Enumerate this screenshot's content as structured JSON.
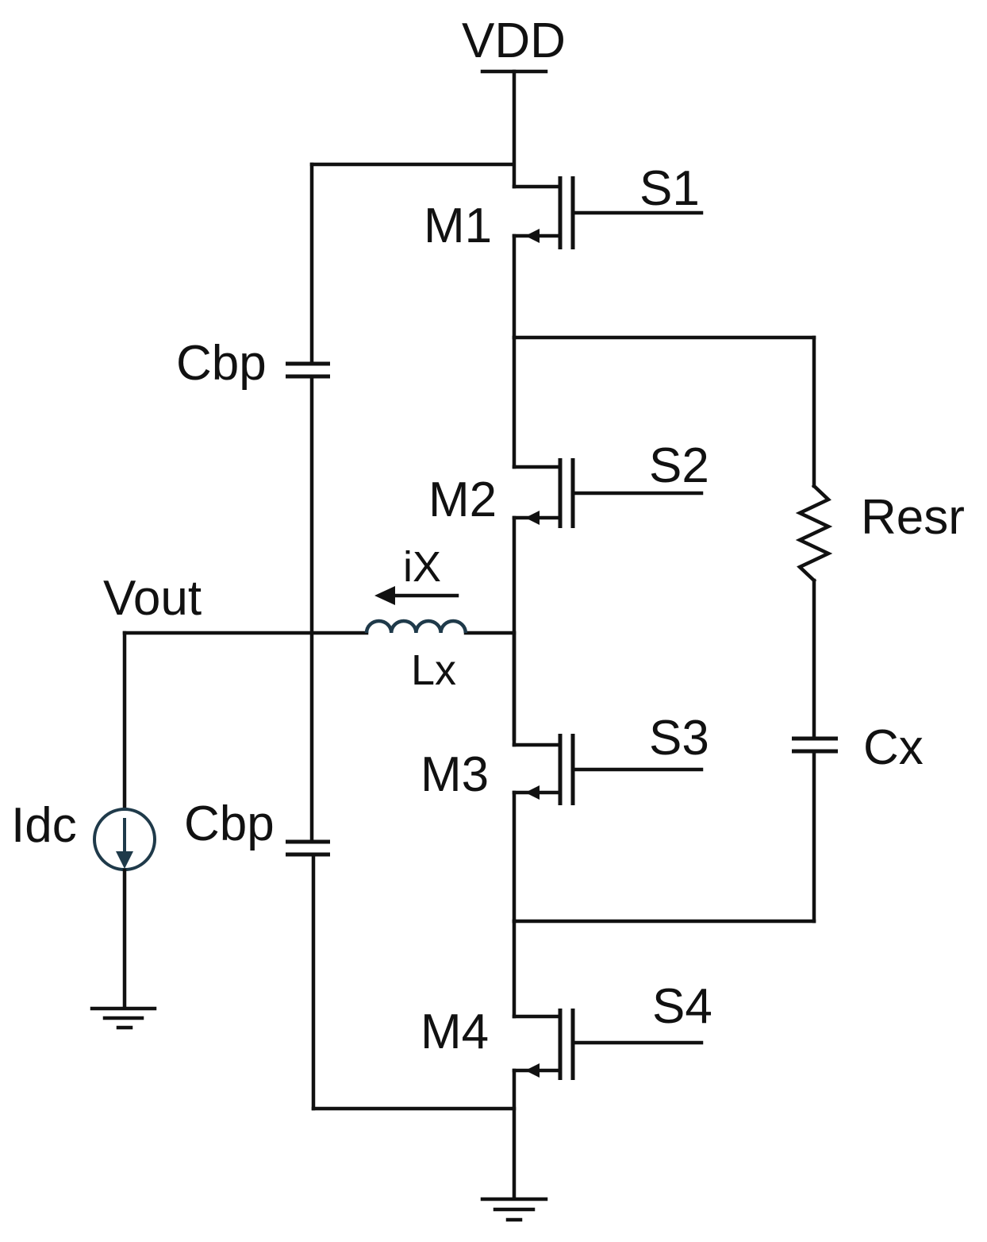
{
  "labels": {
    "vdd": "VDD",
    "vout": "Vout",
    "idc": "Idc",
    "cbp_top": "Cbp",
    "cbp_bottom": "Cbp",
    "resr": "Resr",
    "cx": "Cx",
    "lx": "Lx",
    "ix": "iX",
    "m1": "M1",
    "m2": "M2",
    "m3": "M3",
    "m4": "M4",
    "s1": "S1",
    "s2": "S2",
    "s3": "S3",
    "s4": "S4"
  },
  "colors": {
    "wire": "#111111",
    "inductor": "#1f3a4a",
    "current_source": "#1f3a4a",
    "background": "#ffffff"
  }
}
